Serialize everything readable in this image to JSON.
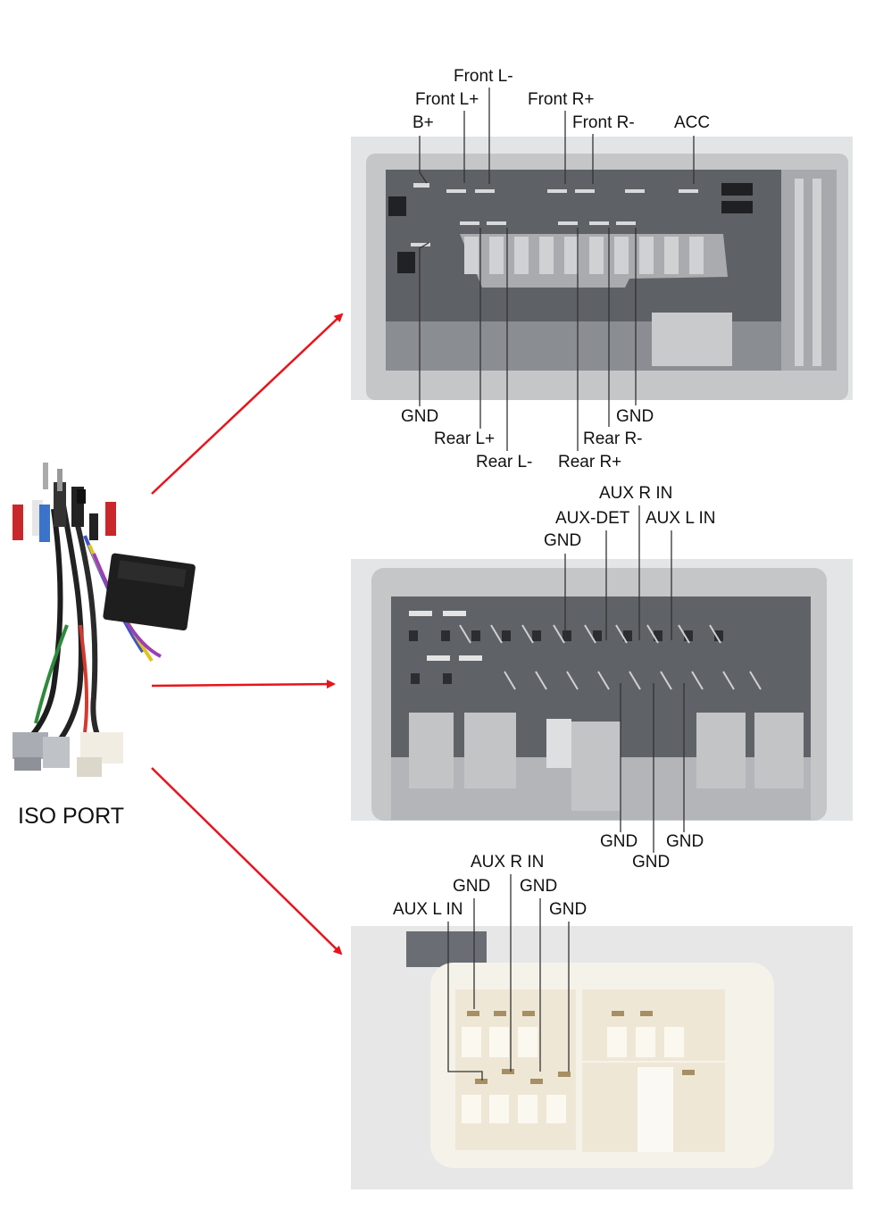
{
  "iso_port": {
    "label": "ISO PORT"
  },
  "connector1": {
    "top_labels": [
      "Front L-",
      "Front L+",
      "Front R+",
      "B+",
      "Front R-",
      "ACC"
    ],
    "bottom_labels": [
      "GND",
      "GND",
      "Rear L+",
      "Rear R-",
      "Rear L-",
      "Rear R+"
    ]
  },
  "connector2": {
    "top_labels": [
      "AUX R IN",
      "AUX-DET",
      "AUX L IN",
      "GND"
    ],
    "bottom_labels": [
      "GND",
      "GND",
      "GND"
    ]
  },
  "connector3": {
    "top_labels": [
      "AUX R IN",
      "GND",
      "GND",
      "AUX L IN",
      "GND"
    ]
  },
  "colors": {
    "arrow": "#e8141b",
    "leader_line": "#333333",
    "connector_gray": "#c6c8ca",
    "connector_dark": "#5f6266",
    "connector_white": "#f4f1ea"
  }
}
